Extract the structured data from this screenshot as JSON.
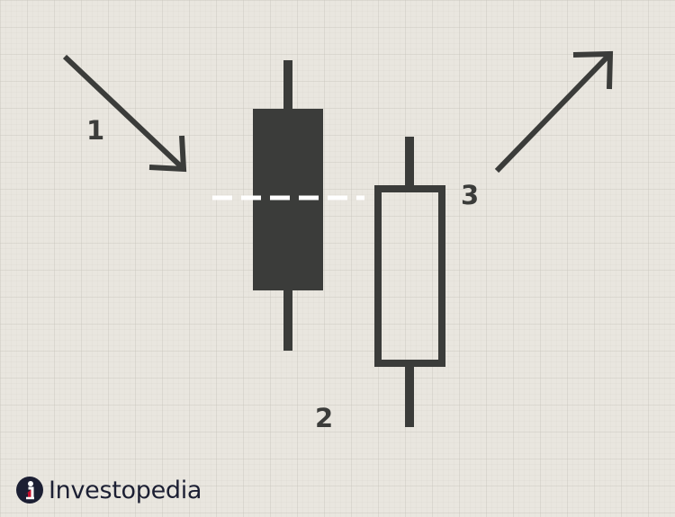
{
  "labels": {
    "one": "1",
    "two": "2",
    "three": "3"
  },
  "brand": {
    "name": "Investopedia",
    "mark_icon": "investopedia-i-icon"
  },
  "colors": {
    "background": "#e9e6df",
    "ink": "#3b3c3a",
    "dashed_line": "#ffffff",
    "brand_navy": "#1c1f33"
  }
}
